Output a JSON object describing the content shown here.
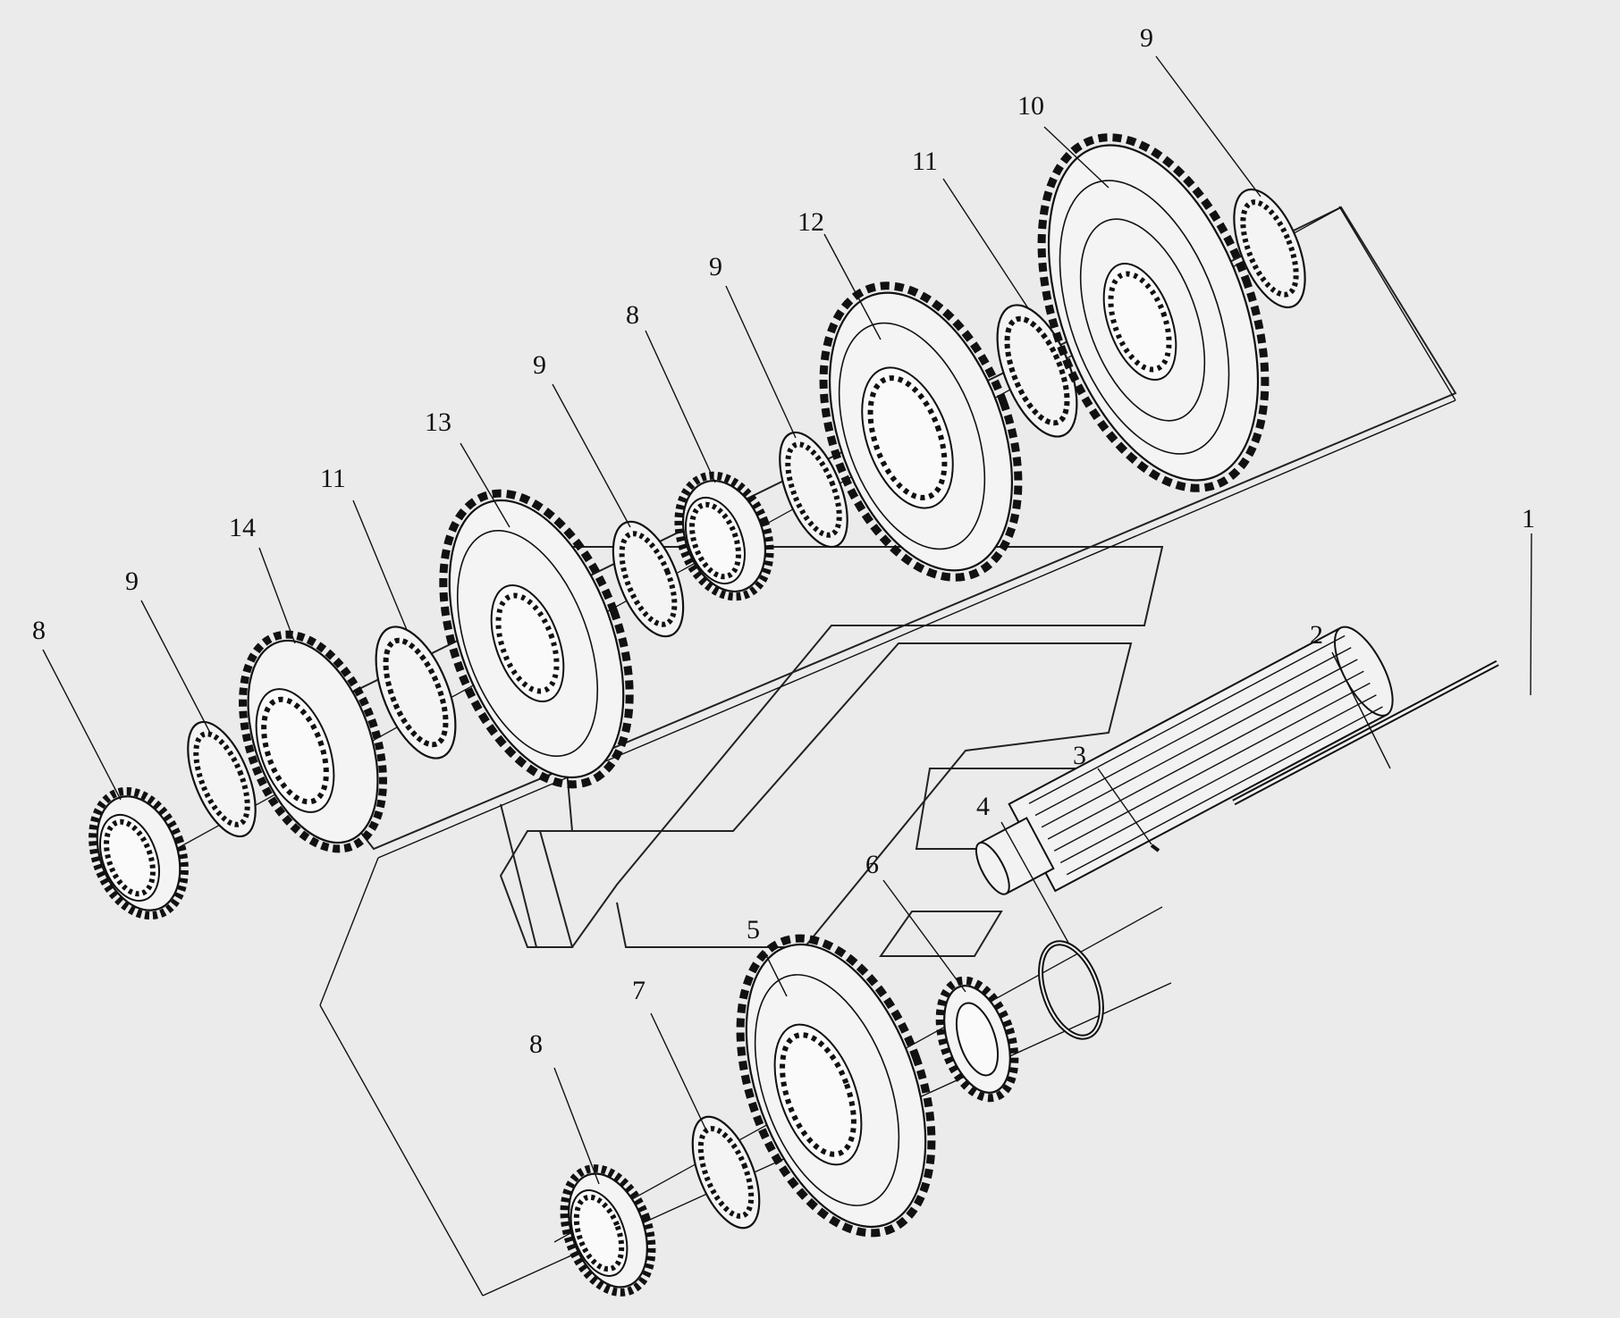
{
  "callouts": [
    {
      "id": "c1",
      "label": "1"
    },
    {
      "id": "c2",
      "label": "2"
    },
    {
      "id": "c3",
      "label": "3"
    },
    {
      "id": "c4",
      "label": "4"
    },
    {
      "id": "c5",
      "label": "5"
    },
    {
      "id": "c6",
      "label": "6"
    },
    {
      "id": "c7",
      "label": "7"
    },
    {
      "id": "c8a",
      "label": "8"
    },
    {
      "id": "c8b",
      "label": "8"
    },
    {
      "id": "c8c",
      "label": "8"
    },
    {
      "id": "c9a",
      "label": "9"
    },
    {
      "id": "c9b",
      "label": "9"
    },
    {
      "id": "c9c",
      "label": "9"
    },
    {
      "id": "c9d",
      "label": "9"
    },
    {
      "id": "c10",
      "label": "10"
    },
    {
      "id": "c11a",
      "label": "11"
    },
    {
      "id": "c11b",
      "label": "11"
    },
    {
      "id": "c12",
      "label": "12"
    },
    {
      "id": "c13",
      "label": "13"
    },
    {
      "id": "c14",
      "label": "14"
    }
  ]
}
